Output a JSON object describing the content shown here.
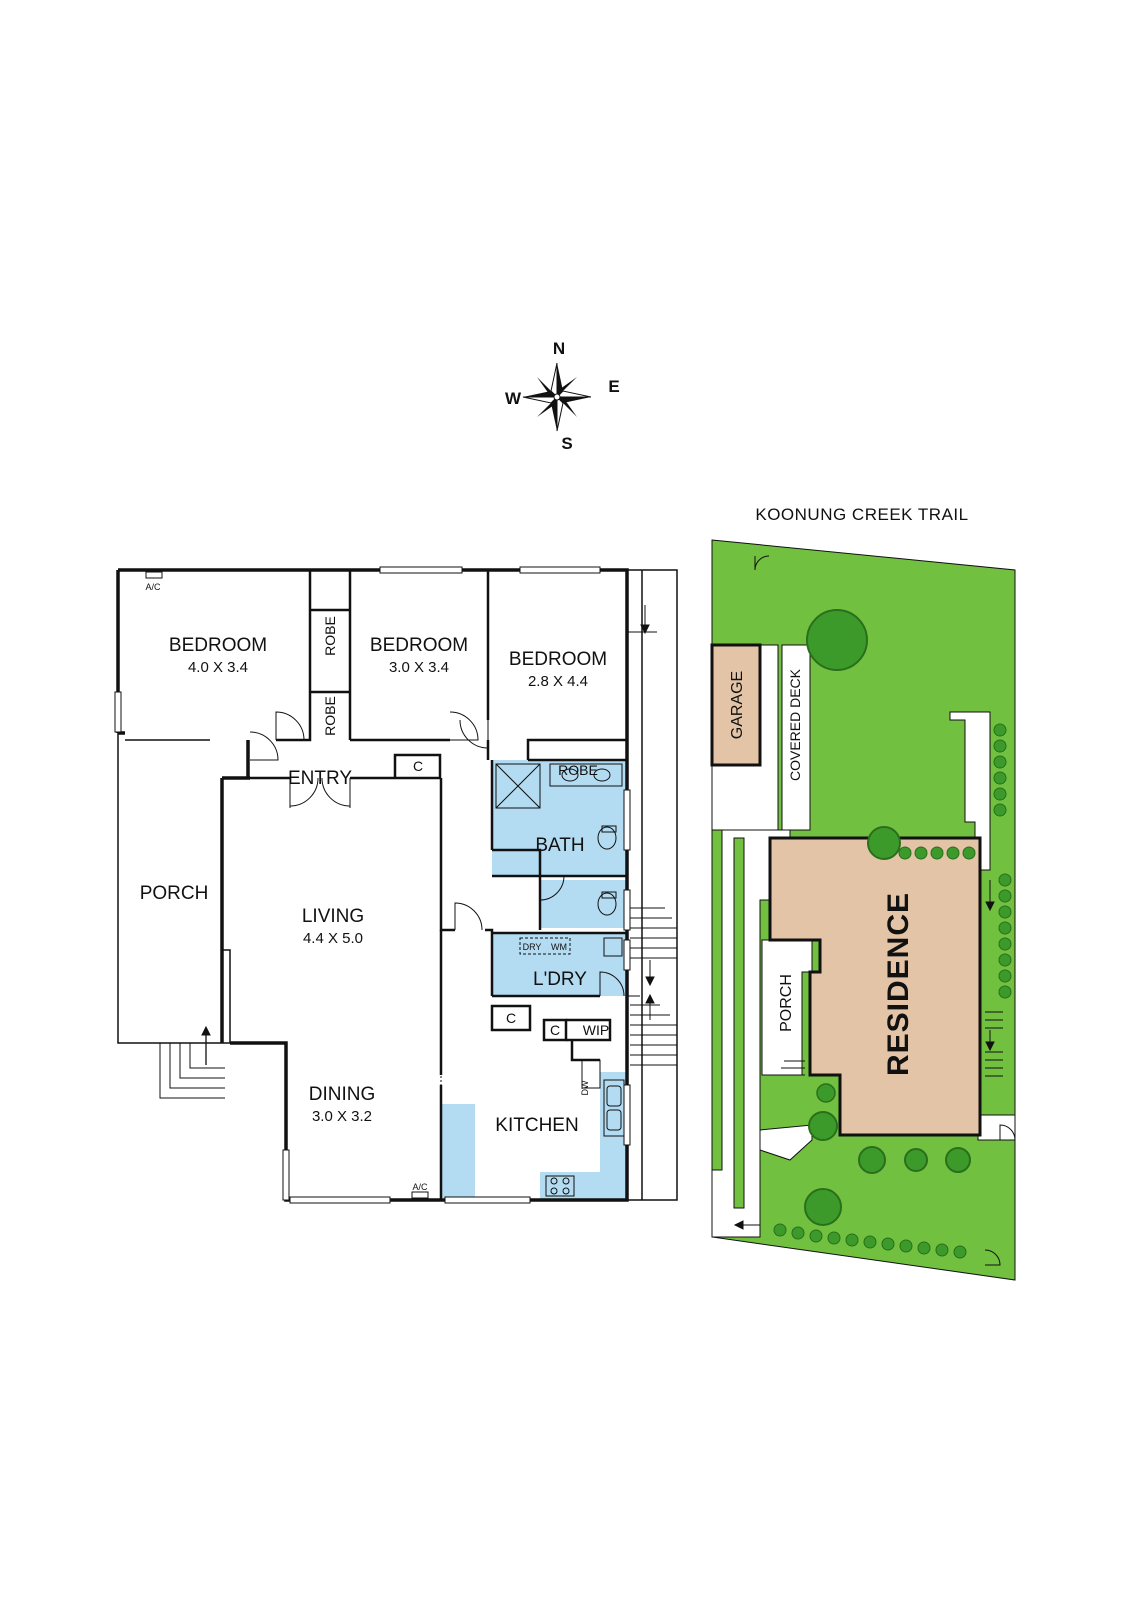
{
  "compass": {
    "north": "N",
    "east": "E",
    "south": "S",
    "west": "W"
  },
  "floor_plan": {
    "bedroom_1": {
      "label": "BEDROOM",
      "dims": "4.0 X 3.4"
    },
    "bedroom_2": {
      "label": "BEDROOM",
      "dims": "3.0 X 3.4"
    },
    "bedroom_3": {
      "label": "BEDROOM",
      "dims": "2.8 X 4.4"
    },
    "robe_1": "ROBE",
    "robe_2": "ROBE",
    "robe_3": "ROBE",
    "entry": "ENTRY",
    "cupboard_entry": "C",
    "bath": "BATH",
    "porch": "PORCH",
    "living": {
      "label": "LIVING",
      "dims": "4.4 X 5.0"
    },
    "laundry": "L'DRY",
    "dryer": "DRY",
    "washing_machine": "WM",
    "cupboard_kitchen_1": "C",
    "cupboard_kitchen_2": "C",
    "wip": "WIP",
    "dishwasher": "DW",
    "dining": {
      "label": "DINING",
      "dims": "3.0 X 3.2"
    },
    "kitchen": "KITCHEN",
    "ac_top": "A/C",
    "ac_bottom": "A/C"
  },
  "site_plan": {
    "street": "KOONUNG CREEK TRAIL",
    "garage": "GARAGE",
    "covered_deck": "COVERED DECK",
    "porch": "PORCH",
    "residence": "RESIDENCE"
  },
  "colors": {
    "wall": "#111111",
    "wet_area": "#b3dcf2",
    "lawn": "#71c03f",
    "building": "#e3c4a7",
    "tree": "#3c9a2a",
    "tree_shadow": "#2a6f1c"
  }
}
